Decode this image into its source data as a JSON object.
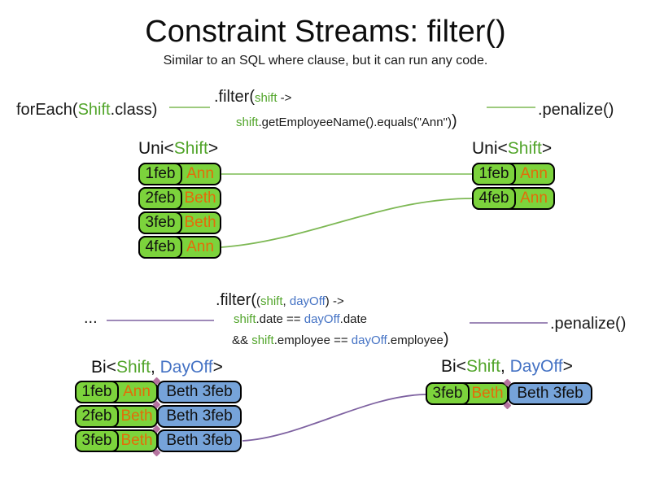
{
  "slide": {
    "title": "Constraint Streams: filter()",
    "subtitle": "Similar to an SQL where clause, but it can run any code."
  },
  "colors": {
    "green_fill": "#7CD33C",
    "blue_fill": "#76A3D9",
    "green_text": "#52A52B",
    "blue_text": "#4472C4",
    "orange_text": "#E36C0A",
    "line_green_light": "#9CCD7E",
    "line_green": "#7DB854",
    "line_purple": "#7E62A1",
    "diamond": "#B5739F"
  },
  "section1": {
    "source_code": {
      "p1": "forEach(",
      "p2": "Shift",
      "p3": ".class)"
    },
    "filter_code": {
      "head": ".filter(",
      "l1_param": "shift",
      "l1_arrow": " ->",
      "l2_param": "shift",
      "l2_body": ".getEmployeeName().equals(\"Ann\")",
      "l2_close": ")"
    },
    "penalize": ".penalize()",
    "label_left": {
      "p1": "Uni<",
      "p2": "Shift",
      "p3": ">"
    },
    "label_right": {
      "p1": "Uni<",
      "p2": "Shift",
      "p3": ">"
    },
    "table_left": [
      {
        "date": "1feb",
        "name": "Ann"
      },
      {
        "date": "2feb",
        "name": "Beth"
      },
      {
        "date": "3feb",
        "name": "Beth"
      },
      {
        "date": "4feb",
        "name": "Ann"
      }
    ],
    "table_right": [
      {
        "date": "1feb",
        "name": "Ann"
      },
      {
        "date": "4feb",
        "name": "Ann"
      }
    ]
  },
  "section2": {
    "source_code": "...",
    "filter_code": {
      "head": ".filter(",
      "l1_open": "(",
      "l1_param1": "shift",
      "l1_comma": ", ",
      "l1_param2": "dayOff",
      "l1_close": ")",
      "l1_arrow": " ->",
      "l2_t1": "shift",
      "l2_t2": ".date == ",
      "l2_t3": "dayOff",
      "l2_t4": ".date",
      "l3_t1": "&& ",
      "l3_t2": "shift",
      "l3_t3": ".employee == ",
      "l3_t4": "dayOff",
      "l3_t5": ".employee",
      "l3_close": ")"
    },
    "penalize": ".penalize()",
    "label_left": {
      "p1": "Bi<",
      "p2": "Shift",
      "p3": ", ",
      "p4": "DayOff",
      "p5": ">"
    },
    "label_right": {
      "p1": "Bi<",
      "p2": "Shift",
      "p3": ", ",
      "p4": "DayOff",
      "p5": ">"
    },
    "table_left": [
      {
        "date": "1feb",
        "name": "Ann",
        "pair": "Beth 3feb"
      },
      {
        "date": "2feb",
        "name": "Beth",
        "pair": "Beth 3feb"
      },
      {
        "date": "3feb",
        "name": "Beth",
        "pair": "Beth 3feb"
      }
    ],
    "table_right": [
      {
        "date": "3feb",
        "name": "Beth",
        "pair": "Beth 3feb"
      }
    ]
  }
}
